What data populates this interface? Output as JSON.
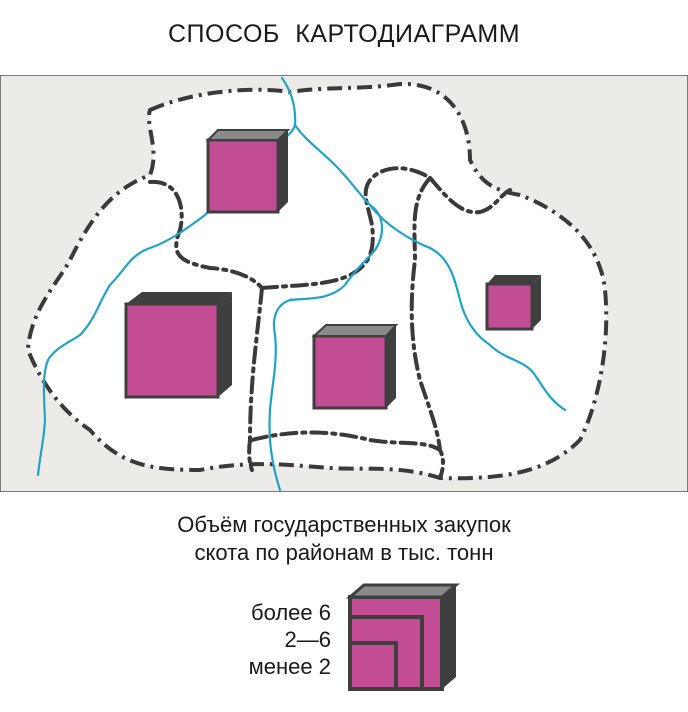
{
  "title": "СПОСОБ КАРТОДИАГРАММ",
  "legend": {
    "title_line1": "Объём государственных закупок",
    "title_line2": "скота по районам в тыс. тонн",
    "items": [
      {
        "label": "более 6",
        "category": "large"
      },
      {
        "label": "2—6",
        "category": "medium"
      },
      {
        "label": "менее 2",
        "category": "small"
      }
    ]
  },
  "map": {
    "districts": [
      {
        "id": "north",
        "symbol": "medium"
      },
      {
        "id": "west",
        "symbol": "large"
      },
      {
        "id": "center",
        "symbol": "medium"
      },
      {
        "id": "east",
        "symbol": "small"
      },
      {
        "id": "northeast",
        "symbol": "none"
      }
    ],
    "rivers": 3
  },
  "colors": {
    "map_background": "#ecebe8",
    "district_fill": "#ffffff",
    "border": "#3a3a3a",
    "river": "#1fa3c9",
    "cube_front": "#c34d95",
    "cube_top": "#8a8a8a",
    "cube_side": "#3f3f3f"
  }
}
